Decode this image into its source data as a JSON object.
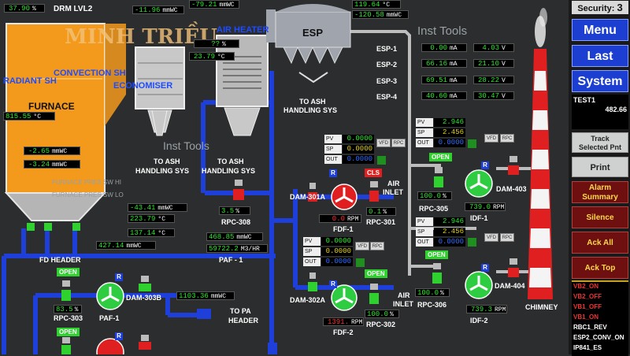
{
  "top": {
    "drum_pct": "37.90",
    "drum_pct_unit": "%",
    "drum_label": "DRM LVL2",
    "p1": "-11.96",
    "p1_unit": "mmWC",
    "p2": "-79.21",
    "p2_unit": "mmWC",
    "p3": "119.64",
    "p3_unit": "°C",
    "p4": "-120.58",
    "p4_unit": "mmWC"
  },
  "labels": {
    "air_heater": "AIR HEATER",
    "esp": "ESP",
    "convection_sh": "CONVECTION SH",
    "radiant_sh": "RADIANT SH",
    "economiser": "ECONOMISER",
    "furnace": "FURNACE",
    "to_ash_esp": "TO ASH",
    "handling_esp": "HANDLING SYS",
    "to_ash_1": "TO ASH",
    "handling_1": "HANDLING SYS",
    "to_ash_2": "TO ASH",
    "handling_2": "HANDLING SYS",
    "inst_tools_1": "Inst Tools",
    "inst_tools_2": "Inst   Tools",
    "watermark": "MINH TRIỀU",
    "furnace_pres_hi": "FURNACE PRES SW HI",
    "furnace_pres_lo": "FURNACE PRES SW LO",
    "fd_header": "FD HEADER",
    "to_pa": "TO PA",
    "header": "HEADER",
    "chimney": "CHIMNEY",
    "air_inlet_1a": "AIR",
    "air_inlet_1b": "INLET",
    "air_inlet_2a": "AIR",
    "air_inlet_2b": "INLET",
    "paf1_lbl": "PAF - 1",
    "paf_1": "PAF-1"
  },
  "furnace_vals": {
    "temp": "815.55",
    "temp_unit": "°C",
    "pres1": "-2.65",
    "pres1_unit": "mmWC",
    "pres2": "-3.24",
    "pres2_unit": "mmWC"
  },
  "ah_vals": {
    "v1": "??",
    "v1_unit": "%",
    "v2": "23.79",
    "v2_unit": "°C"
  },
  "esp_rows": [
    {
      "name": "ESP-1",
      "ma": "0.00",
      "ma_unit": "mA",
      "v": "4.03",
      "v_unit": "V"
    },
    {
      "name": "ESP-2",
      "ma": "66.16",
      "ma_unit": "mA",
      "v": "21.10",
      "v_unit": "V"
    },
    {
      "name": "ESP-3",
      "ma": "69.51",
      "ma_unit": "mA",
      "v": "28.22",
      "v_unit": "V"
    },
    {
      "name": "ESP-4",
      "ma": "40.60",
      "ma_unit": "mA",
      "v": "30.47",
      "v_unit": "V"
    }
  ],
  "mid_vals": {
    "a1": "-43.41",
    "a1_unit": "mmWC",
    "a2": "223.79",
    "a2_unit": "°C",
    "a3": "137.14",
    "a3_unit": "°C",
    "fd_p": "427.14",
    "fd_p_unit": "mmWC",
    "paf_mmwc": "468.85",
    "paf_mmwc_unit": "mmWC",
    "paf_flow": "59722.2",
    "paf_flow_unit": "M3/HR",
    "pa_header": "1103.36",
    "pa_header_unit": "mmWC"
  },
  "rpc308": {
    "pct": "3.5",
    "pct_unit": "%",
    "name": "RPC-308"
  },
  "fdf1": {
    "dam": "DAM-301A",
    "fan": "FDF-1",
    "rpm": "0.0",
    "rpm_unit": "RPM",
    "rpc": "RPC-301",
    "rpc_pct": "0.1",
    "rpc_pct_unit": "%",
    "cls": "CLS",
    "pv": "0.0000",
    "sp": "0.0000",
    "out": "0.0000"
  },
  "fdf2": {
    "dam": "DAM-302A",
    "fan": "FDF-2",
    "rpm": "1391.",
    "rpm_unit": "RPM",
    "rpc": "RPC-302",
    "rpc_pct": "100.0",
    "rpc_pct_unit": "%",
    "open": "OPEN",
    "pv": "0.0000",
    "sp": "0.0000",
    "out": "0.0000"
  },
  "idf1": {
    "dam": "DAM-403",
    "fan": "IDF-1",
    "rpm": "739.0",
    "rpm_unit": "RPM",
    "rpc": "RPC-305",
    "rpc_pct": "100.0",
    "rpc_pct_unit": "%",
    "open": "OPEN",
    "pv": "2.946",
    "sp": "2.456",
    "out": "0.0000"
  },
  "idf2": {
    "dam": "DAM-404",
    "fan": "IDF-2",
    "rpm": "739.3",
    "rpm_unit": "RPM",
    "rpc": "RPC-306",
    "rpc_pct": "100.0",
    "rpc_pct_unit": "%",
    "open": "OPEN",
    "pv": "2.946",
    "sp": "2.456",
    "out": "0.0000"
  },
  "paf": {
    "dam": "DAM-303B",
    "rpc": "RPC-303",
    "rpc_pct": "83.5",
    "rpc_pct_unit": "%",
    "open1": "OPEN",
    "open2": "OPEN"
  },
  "ctl_labels": {
    "pv": "PV",
    "sp": "SP",
    "out": "OUT",
    "vfd": "VFD",
    "rpc": "RPC",
    "r": "R"
  },
  "sidebar": {
    "security_label": "Security:",
    "security_level": "3",
    "menu": "Menu",
    "last": "Last",
    "system": "System",
    "test_name": "TEST1",
    "test_value": "482.66",
    "track": "Track",
    "selected_pnt": "Selected Pnt",
    "print": "Print",
    "alarm": "Alarm",
    "summary": "Summary",
    "silence": "Silence",
    "ack_all": "Ack All",
    "ack_top": "Ack Top",
    "alarms": [
      {
        "text": "VB2_ON",
        "color": "red"
      },
      {
        "text": "VB2_OFF",
        "color": "red"
      },
      {
        "text": "VB1_OFF",
        "color": "red"
      },
      {
        "text": "VB1_ON",
        "color": "red"
      },
      {
        "text": "RBC1_REV",
        "color": "white"
      },
      {
        "text": "ESP2_CONV_ON",
        "color": "white"
      },
      {
        "text": "IP841_ES",
        "color": "white"
      }
    ]
  },
  "colors": {
    "background": "#2b2d2e",
    "duct_blue": "#1e3fd9",
    "furnace_orange": "#f39a1c",
    "value_green": "#2eea2e",
    "value_yellow": "#e6d30a",
    "chimney_red": "#e02020"
  }
}
